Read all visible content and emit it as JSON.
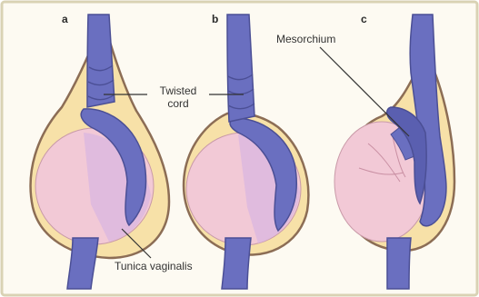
{
  "panels": [
    {
      "label": "a"
    },
    {
      "label": "b"
    },
    {
      "label": "c"
    }
  ],
  "labels": {
    "twisted_cord_line1": "Twisted",
    "twisted_cord_line2": "cord",
    "mesorchium": "Mesorchium",
    "tunica_vaginalis": "Tunica vaginalis"
  },
  "colors": {
    "background": "#fdfaf2",
    "frame": "#d9d2b4",
    "tunica_fill": "#f7e1a8",
    "tunica_outline": "#8c6d55",
    "testis": "#f2c9d6",
    "testis_shade": "#d9b5e0",
    "cord": "#6a6fc0",
    "cord_outline": "#4b4f95",
    "leader_line": "#333333"
  }
}
